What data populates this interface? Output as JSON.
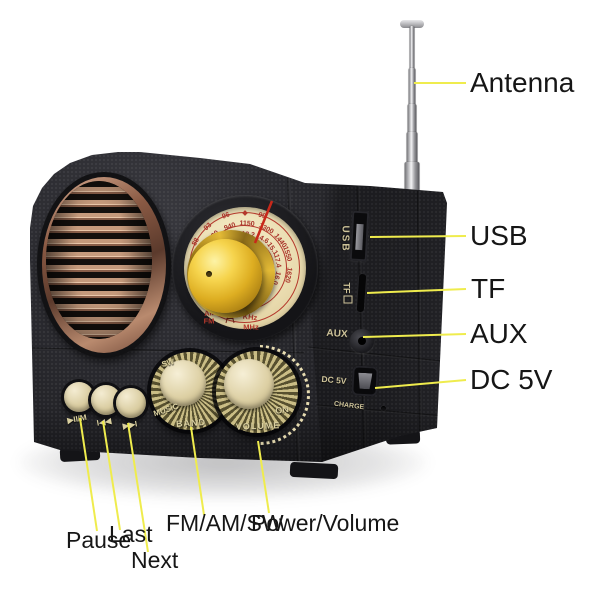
{
  "callouts": {
    "antenna": "Antenna",
    "usb": "USB",
    "tf": "TF",
    "aux": "AUX",
    "dc5v": "DC 5V",
    "pause": "Pause",
    "last": "Last",
    "next": "Next",
    "band_knob": "FM/AM/SW",
    "power_knob": "Power/Volume"
  },
  "radio": {
    "side": {
      "usb": "USB",
      "tf": "TF",
      "aux": "AUX",
      "dc": "DC 5V",
      "charge": "CHARGE"
    },
    "controls": {
      "play_pause": "▶II/M",
      "prev": "I◀◀",
      "next": "▶▶I",
      "sw_mark": "SW",
      "music": "MUSIC",
      "band": "BAND",
      "volume": "VOLUME",
      "on": "ON"
    },
    "dial": {
      "fm": [
        "88",
        "93",
        "96",
        "99"
      ],
      "am": [
        "830",
        "940",
        "1150",
        "1300",
        "1440",
        "1550",
        "1620"
      ],
      "sw": [
        "11.2",
        "12.2",
        "14.6",
        "15.1",
        "17.4",
        "16.0"
      ],
      "bands": [
        "SW",
        "AM",
        "FM"
      ],
      "units": [
        "MHz",
        "KHz",
        "MHz"
      ]
    }
  },
  "colors": {
    "leader_line": "#efec4d",
    "label_text": "#161616",
    "body_dark": "#232327",
    "dial_face": "#e9dbae",
    "dial_red": "#b4382c",
    "gold": "#f0ca46",
    "copper": "#b98a6e",
    "cream": "#e8ddb2",
    "needle_red": "#c8281a"
  }
}
